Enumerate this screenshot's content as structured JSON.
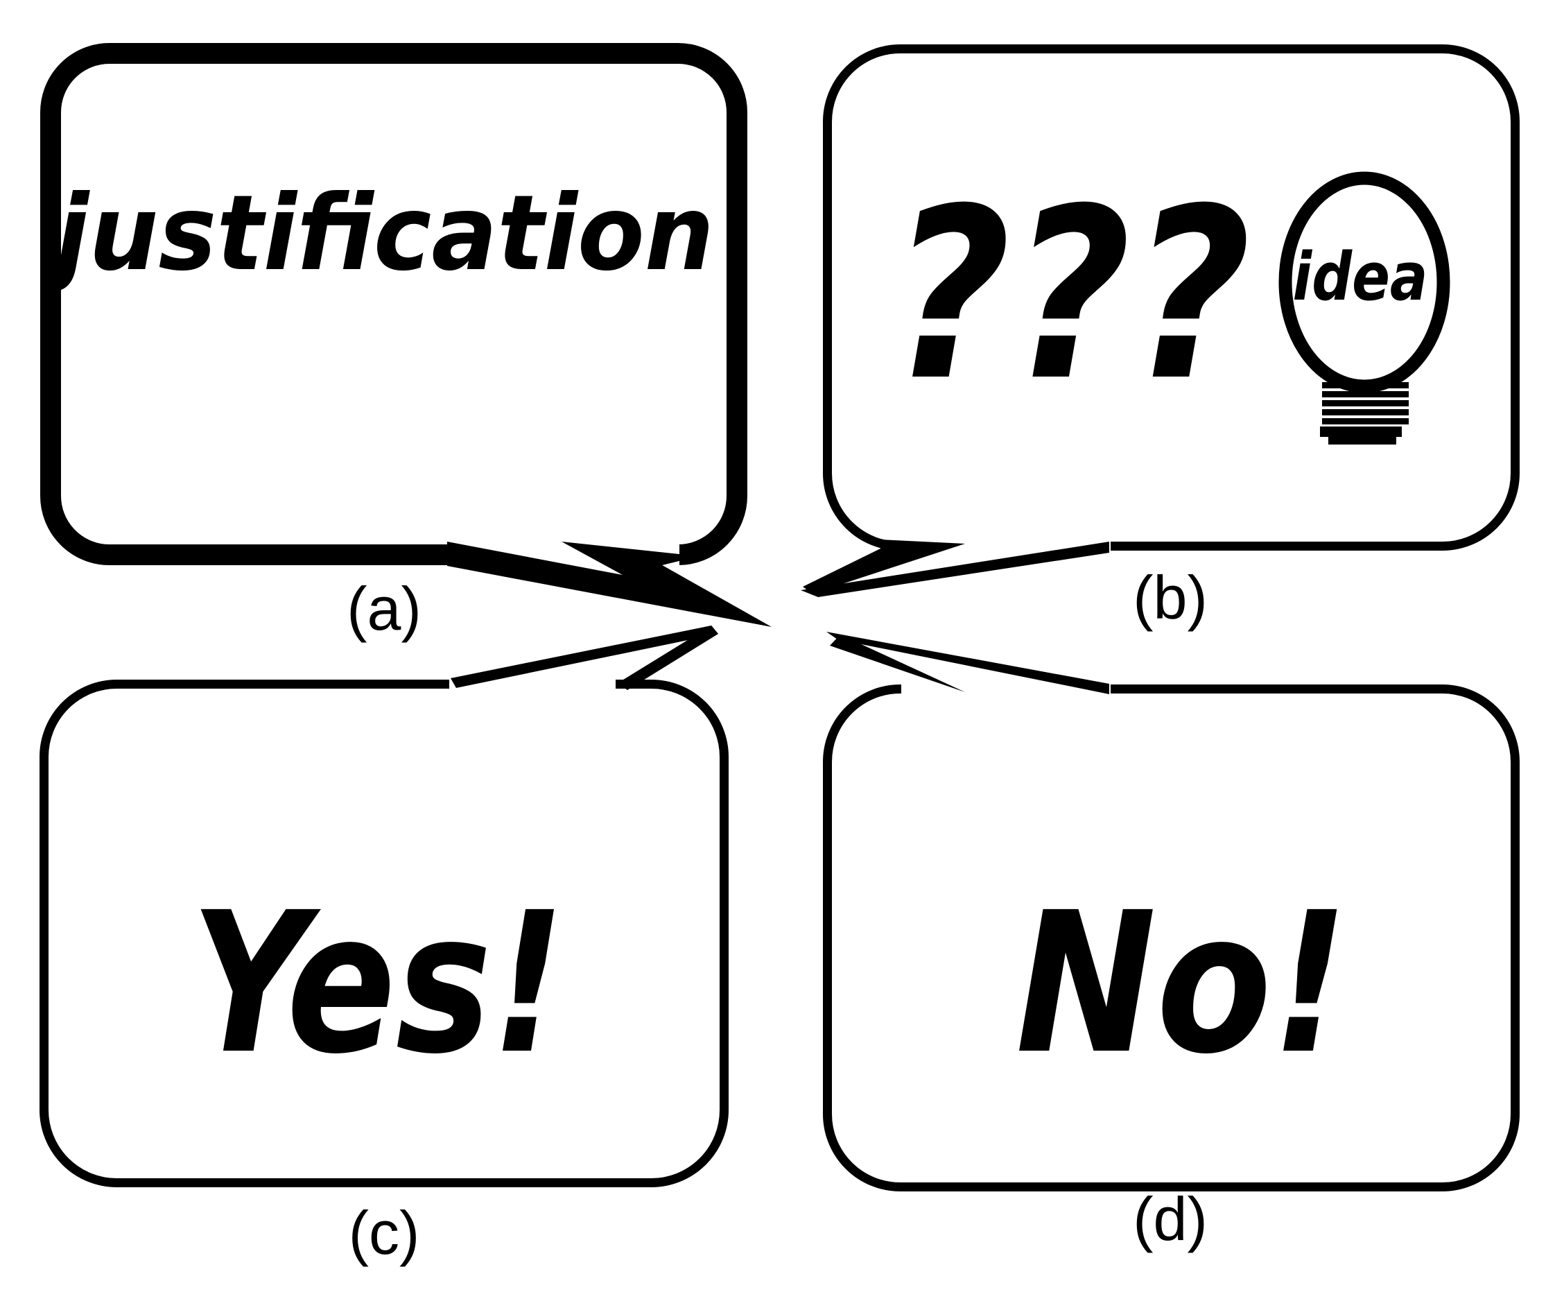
{
  "figure": {
    "title": "speech-bubble quadrant diagram",
    "background_color": "#ffffff",
    "ink_color": "#000000",
    "bubbles": [
      {
        "id": "a",
        "text": "justification",
        "label": "(a)",
        "border": "thick",
        "position": "top-left"
      },
      {
        "id": "b",
        "text": "???",
        "label": "(b)",
        "border": "thin",
        "position": "top-right",
        "icon": "idea-lightbulb-icon",
        "icon_text": "idea"
      },
      {
        "id": "c",
        "text": "Yes!",
        "label": "(c)",
        "border": "thin",
        "position": "bottom-left"
      },
      {
        "id": "d",
        "text": "No!",
        "label": "(d)",
        "border": "thin",
        "position": "bottom-right"
      }
    ]
  }
}
